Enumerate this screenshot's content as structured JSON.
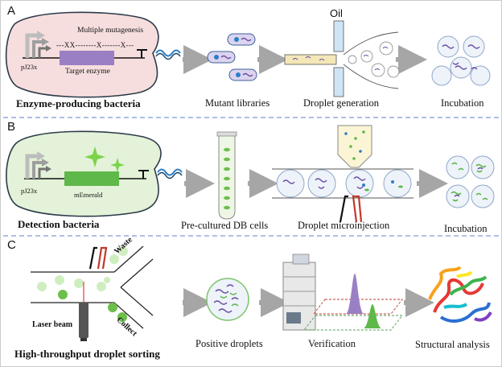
{
  "panels": {
    "a": {
      "letter": "A",
      "promoter": "pJ23x",
      "mutagenesis": "Multiple mutagenesis",
      "mutations": "---XX--------X-------X---",
      "gene": "Target enzyme",
      "cell_title": "Enzyme-producing bacteria",
      "oil": "Oil",
      "steps": [
        "Mutant libraries",
        "Droplet generation",
        "Incubation"
      ]
    },
    "b": {
      "letter": "B",
      "promoter": "pJ23x",
      "gene": "mEmerald",
      "cell_title": "Detection bacteria",
      "steps": [
        "Pre-cultured DB cells",
        "Droplet microinjection",
        "Incubation"
      ]
    },
    "c": {
      "letter": "C",
      "waste": "Waste",
      "collect": "Collect",
      "laser": "Laser beam",
      "title": "High-throughput droplet sorting",
      "steps": [
        "Positive droplets",
        "Verification",
        "Structural analysis"
      ]
    }
  },
  "colors": {
    "panel_a_cell": "#f7dede",
    "panel_b_cell": "#e3f2d8",
    "gene_a": "#9b7fc4",
    "gene_b": "#5fb84a",
    "divider": "#5b7fc4",
    "arrow": "#a6a6a6",
    "plasmid_wave": "#2a7fc8"
  }
}
